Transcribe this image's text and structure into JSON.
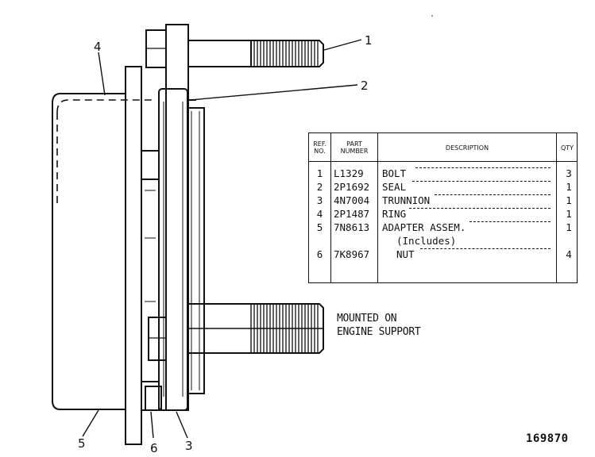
{
  "callouts": [
    "1",
    "2",
    "4",
    "5",
    "6",
    "3"
  ],
  "table": {
    "headers": {
      "ref": [
        "REF.",
        "NO."
      ],
      "part": [
        "PART",
        "NUMBER"
      ],
      "description": "DESCRIPTION",
      "qty": "QTY"
    },
    "rows": [
      {
        "ref": "1",
        "part": "L1329",
        "description": "BOLT",
        "qty": "3"
      },
      {
        "ref": "2",
        "part": "2P1692",
        "description": "SEAL",
        "qty": "1"
      },
      {
        "ref": "3",
        "part": "4N7004",
        "description": "TRUNNION",
        "qty": "1"
      },
      {
        "ref": "4",
        "part": "2P1487",
        "description": "RING",
        "qty": "1"
      },
      {
        "ref": "5",
        "part": "7N8613",
        "description": "ADAPTER ASSEM.",
        "qty": "1"
      },
      {
        "ref": "",
        "part": "",
        "description": "(Includes)",
        "qty": ""
      },
      {
        "ref": "6",
        "part": "7K8967",
        "description": "NUT",
        "qty": "4"
      }
    ]
  },
  "note": [
    "MOUNTED ON",
    "ENGINE SUPPORT"
  ],
  "figure_number": "169870"
}
